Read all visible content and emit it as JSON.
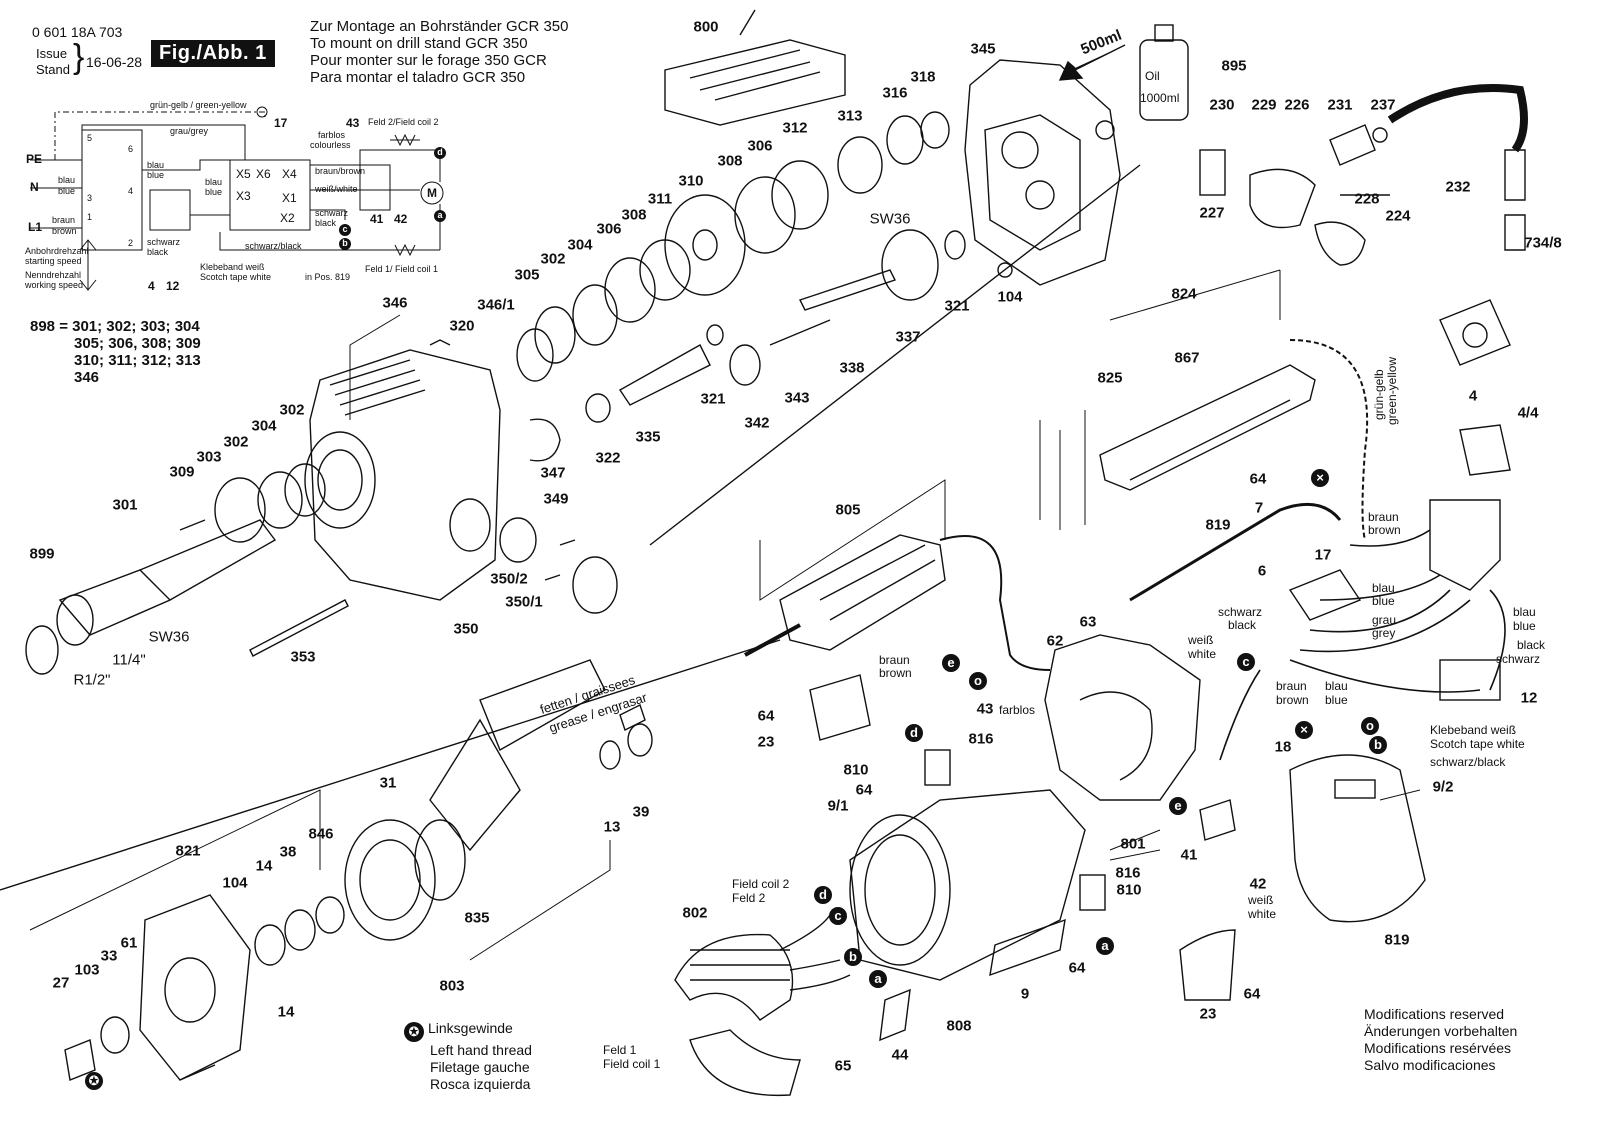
{
  "header": {
    "doc_number": "0 601 18A 703",
    "issue_label": "Issue",
    "stand_label": "Stand",
    "issue_date": "16-06-28",
    "figure_label": "Fig./Abb. 1"
  },
  "mounting_note": {
    "de": "Zur Montage an Bohrständer GCR 350",
    "en": "To mount on drill stand GCR 350",
    "fr": "Pour monter sur le forage 350 GCR",
    "es": "Para montar el taladro GCR 350"
  },
  "wiring": {
    "ground_label": "grün-gelb / green-yellow",
    "grey_label": "grau/grey",
    "pe": "PE",
    "n": "N",
    "l1": "L1",
    "blau": "blau",
    "blue": "blue",
    "braun": "braun",
    "brown": "brown",
    "blau_blue_2a": "blau",
    "blau_blue_2b": "blue",
    "blau_blue_3a": "blau",
    "blau_blue_3b": "blue",
    "schwarz": "schwarz",
    "black": "black",
    "farblos": "farblos",
    "colourless": "colourless",
    "braun_brown": "braun/brown",
    "weiss_white": "weiß/white",
    "schwarz_black_a": "schwarz",
    "schwarz_black_b": "black",
    "schwarz_black_bottom": "schwarz/black",
    "feld2": "Feld 2/Field coil 2",
    "feld1": "Feld 1/ Field coil 1",
    "tape_de": "Klebeband weiß",
    "tape_en": "Scotch tape white",
    "in_pos": "in Pos. 819",
    "speed_start_de": "Anbohrdrehzahl",
    "speed_start_en": "starting speed",
    "speed_work_de": "Nenndrehzahl",
    "speed_work_en": "working speed",
    "x5": "X5",
    "x6": "X6",
    "x4": "X4",
    "x3": "X3",
    "x1": "X1",
    "x2": "X2",
    "t5": "5",
    "t6": "6",
    "t3": "3",
    "t4": "4",
    "t1": "1",
    "t2": "2",
    "n17": "17",
    "n43": "43",
    "n41": "41",
    "n42": "42",
    "n12": "12",
    "n4": "4",
    "motor": "M",
    "mark_d": "d",
    "mark_c": "c",
    "mark_b": "b",
    "mark_a": "a"
  },
  "combination": {
    "line1": "898 = 301; 302; 303; 304",
    "line2": "305; 306, 308; 309",
    "line3": "310; 311; 312; 313",
    "line4": "346"
  },
  "parts": [
    "800",
    "345",
    "895",
    "230",
    "229",
    "226",
    "231",
    "237",
    "232",
    "227",
    "228",
    "224",
    "734/8",
    "318",
    "316",
    "313",
    "312",
    "306",
    "308",
    "310",
    "311",
    "308",
    "306",
    "304",
    "302",
    "305",
    "SW36",
    "321",
    "104",
    "337",
    "321",
    "338",
    "343",
    "342",
    "321",
    "335",
    "322",
    "346",
    "320",
    "346/1",
    "302",
    "304",
    "302",
    "303",
    "309",
    "301",
    "899",
    "347",
    "349",
    "350/2",
    "350/1",
    "350",
    "353",
    "SW36",
    "11/4\"",
    "R1/2\"",
    "824",
    "867",
    "825",
    "64",
    "7",
    "819",
    "6",
    "17",
    "805",
    "63",
    "62",
    "4",
    "4/4",
    "31",
    "821",
    "104",
    "14",
    "38",
    "846",
    "13",
    "39",
    "835",
    "803",
    "27",
    "103",
    "33",
    "61",
    "14",
    "802",
    "808",
    "9",
    "23",
    "64",
    "65",
    "44",
    "64",
    "23",
    "810",
    "816",
    "801",
    "41",
    "42",
    "9/1",
    "816",
    "810",
    "64",
    "23",
    "64",
    "18",
    "9/2",
    "819",
    "43",
    "12"
  ],
  "callouts": {
    "oil_de": "Oil",
    "oil_amount": "1000ml",
    "fill_amount": "500ml",
    "grease": "fetten / graissees",
    "grease2": "grease / engrasar",
    "field_coil_2": "Field coil 2",
    "feld_2": "Feld 2",
    "feld_1": "Feld 1",
    "field_coil_1": "Field coil 1",
    "farblos": "farblos",
    "braun": "braun",
    "brown": "brown",
    "weiss": "weiß",
    "white": "white",
    "schwarz": "schwarz",
    "black": "black",
    "blau": "blau",
    "blue": "blue",
    "grau": "grau",
    "grey": "grey",
    "gruen_gelb": "grün-gelb",
    "green_yellow": "green-yellow",
    "tape_de": "Klebeband weiß",
    "tape_en": "Scotch tape white",
    "schwarz_black": "schwarz/black"
  },
  "legend": {
    "de": "Linksgewinde",
    "en": "Left hand thread",
    "fr": "Filetage gauche",
    "es": "Rosca izquierda"
  },
  "modifications": {
    "en": "Modifications reserved",
    "de": "Änderungen vorbehalten",
    "fr": "Modifications resérvées",
    "es": "Salvo modificaciones"
  },
  "colors": {
    "ink": "#111111",
    "paper": "#ffffff"
  }
}
